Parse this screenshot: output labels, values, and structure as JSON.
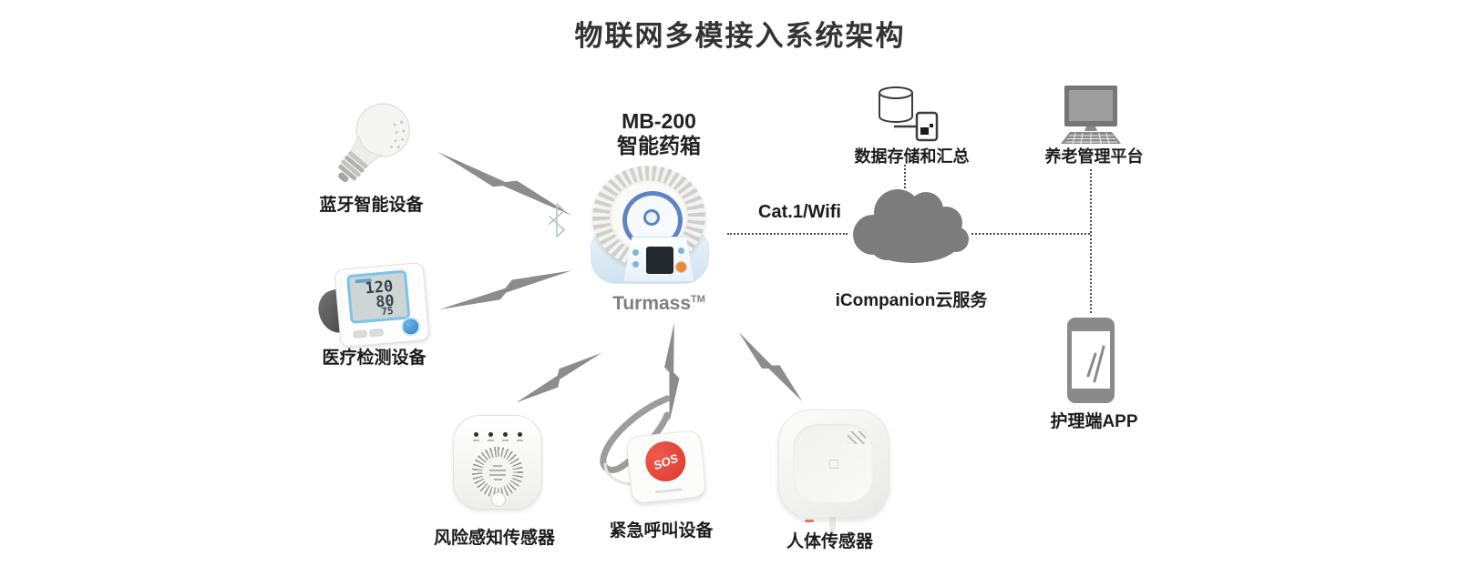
{
  "title": "物联网多模接入系统架构",
  "hub": {
    "model": "MB-200",
    "name": "智能药箱",
    "brand": "Turmass",
    "brand_sup": "TM"
  },
  "left_devices": [
    {
      "label": "蓝牙智能设备"
    },
    {
      "label": "医疗检测设备"
    }
  ],
  "bp_monitor": {
    "systolic": "120",
    "diastolic": "80",
    "pulse": "75"
  },
  "bottom_devices": [
    {
      "label": "风险感知传感器"
    },
    {
      "label": "紧急呼叫设备",
      "button": "SOS"
    },
    {
      "label": "人体传感器"
    }
  ],
  "cloud": {
    "label": "iCompanion云服务",
    "link": "Cat.1/Wifi"
  },
  "endpoints": [
    {
      "label": "数据存储和汇总"
    },
    {
      "label": "养老管理平台"
    },
    {
      "label": "护理端APP"
    }
  ],
  "colors": {
    "bolt_gray": "#8c8c8c",
    "cloud_gray": "#7c7c7c",
    "icon_gray": "#868686",
    "accent_blue": "#5e84c4",
    "sos_red": "#d93a2b",
    "turmass_gray": "#7f7f7f",
    "text_dark": "#1c1c1c"
  }
}
